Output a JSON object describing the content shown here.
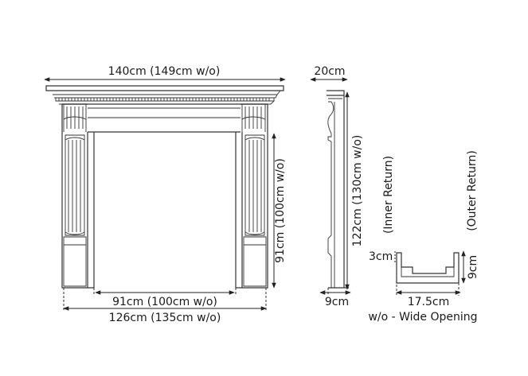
{
  "labels": {
    "overall_width": "140cm (149cm w/o)",
    "depth_top": "20cm",
    "height_opening": "91cm (100cm w/o)",
    "total_height": "122cm (130cm w/o)",
    "inner_return": "(Inner Return)",
    "outer_return": "(Outer Return)",
    "return_3cm": "3cm",
    "return_9cm": "9cm",
    "depth_bottom": "9cm",
    "opening_width": "91cm (100cm w/o)",
    "base_width": "126cm (135cm w/o)",
    "return_width": "17.5cm",
    "note": "w/o - Wide Opening"
  },
  "colors": {
    "line": "#333333",
    "text": "#1a1a1a",
    "background": "#ffffff"
  }
}
